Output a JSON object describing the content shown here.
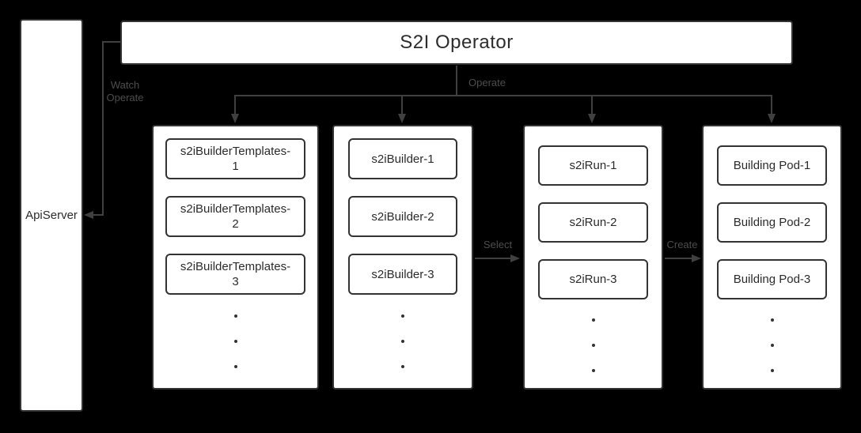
{
  "title": "S2I Operator",
  "api_server": {
    "label": "ApiServer"
  },
  "edge_labels": {
    "watch_line1": "Watch",
    "watch_line2": "Operate",
    "operate": "Operate",
    "select": "Select",
    "create": "Create"
  },
  "columns": [
    {
      "name": "builder-templates",
      "items": [
        "s2iBuilderTemplates-1",
        "s2iBuilderTemplates-2",
        "s2iBuilderTemplates-3"
      ]
    },
    {
      "name": "builders",
      "items": [
        "s2iBuilder-1",
        "s2iBuilder-2",
        "s2iBuilder-3"
      ]
    },
    {
      "name": "runs",
      "items": [
        "s2iRun-1",
        "s2iRun-2",
        "s2iRun-3"
      ]
    },
    {
      "name": "building-pods",
      "items": [
        "Building Pod-1",
        "Building Pod-2",
        "Building Pod-3"
      ]
    }
  ],
  "colors": {
    "background": "#000000",
    "box_fill": "#ffffff",
    "box_border": "#333333",
    "box_text": "#2b2b2b",
    "connector": "#404040",
    "edge_label": "#4d4d4d"
  }
}
